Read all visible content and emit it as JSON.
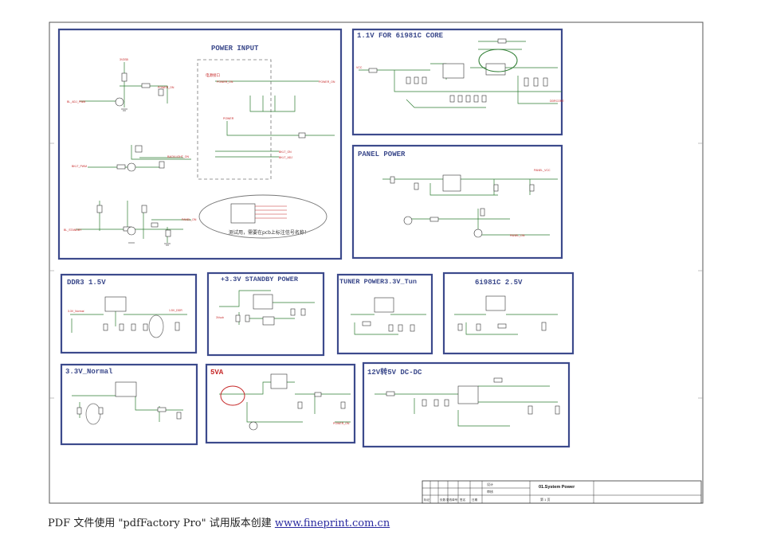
{
  "panels": [
    {
      "id": "power-input",
      "title": "POWER INPUT"
    },
    {
      "id": "core-1v1",
      "title": "1.1V FOR 6i981C CORE"
    },
    {
      "id": "panel-power",
      "title": "PANEL POWER"
    },
    {
      "id": "ddr3",
      "title": "DDR3 1.5V"
    },
    {
      "id": "standby",
      "title": "+3.3V STANDBY POWER"
    },
    {
      "id": "tuner",
      "title": "TUNER POWER3.3V_Tun"
    },
    {
      "id": "soc-2v5",
      "title": "6i981C 2.5V"
    },
    {
      "id": "normal-3v3",
      "title": "3.3V_Normal"
    },
    {
      "id": "five-va",
      "title": "5VA"
    },
    {
      "id": "dcdc",
      "title": "12V转5V DC-DC"
    }
  ],
  "notes": {
    "power_input_annotation": "测试用，需要在pcb上标注信号名称！",
    "header_label": "电源接口"
  },
  "title_block": {
    "sheet_name": "01.System Power",
    "page": "第  1  页",
    "fields": [
      "标记",
      "处数",
      "更改单号",
      "签名",
      "日期"
    ],
    "roles": [
      "设计",
      "审核"
    ]
  },
  "footer": {
    "prefix": "PDF 文件使用 \"pdfFactory Pro\" 试用版本创建 ",
    "link": "www.fineprint.com.cn"
  },
  "colors": {
    "panel_border": "#3c4a8c",
    "wire": "#2e7d32",
    "net_label": "#c62828",
    "component": "#333333"
  }
}
